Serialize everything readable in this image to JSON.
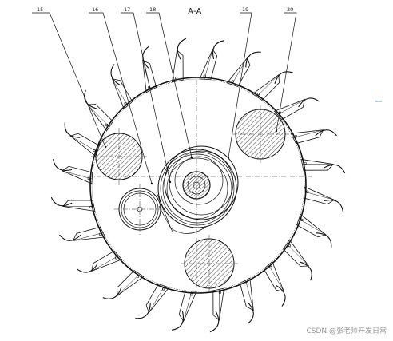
{
  "drawing": {
    "section_title": "A-A",
    "labels": [
      "15",
      "16",
      "17",
      "18",
      "19",
      "20"
    ],
    "watermark": "CSDN @张老师开发日常"
  },
  "colors": {
    "line": "#111111",
    "background": "#ffffff",
    "accent_tick": "#2a9bb0",
    "watermark": "#9a9a9a"
  },
  "parts": {
    "tooth_count": 24
  }
}
